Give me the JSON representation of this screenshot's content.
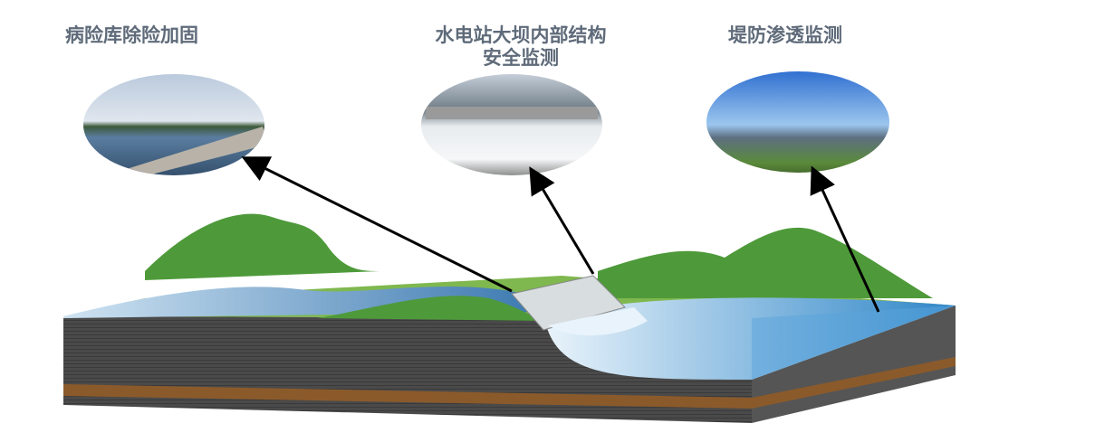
{
  "labels": {
    "left": "病险库除险加固",
    "middle_line1": "水电站大坝内部结构",
    "middle_line2": "安全监测",
    "right": "堤防渗透监测"
  },
  "colors": {
    "label": "#5f6b7a",
    "water": "#6fb3e0",
    "hills": "#4e9a3a",
    "soil": "#3f3f3f",
    "clay": "#8b5a2b"
  }
}
